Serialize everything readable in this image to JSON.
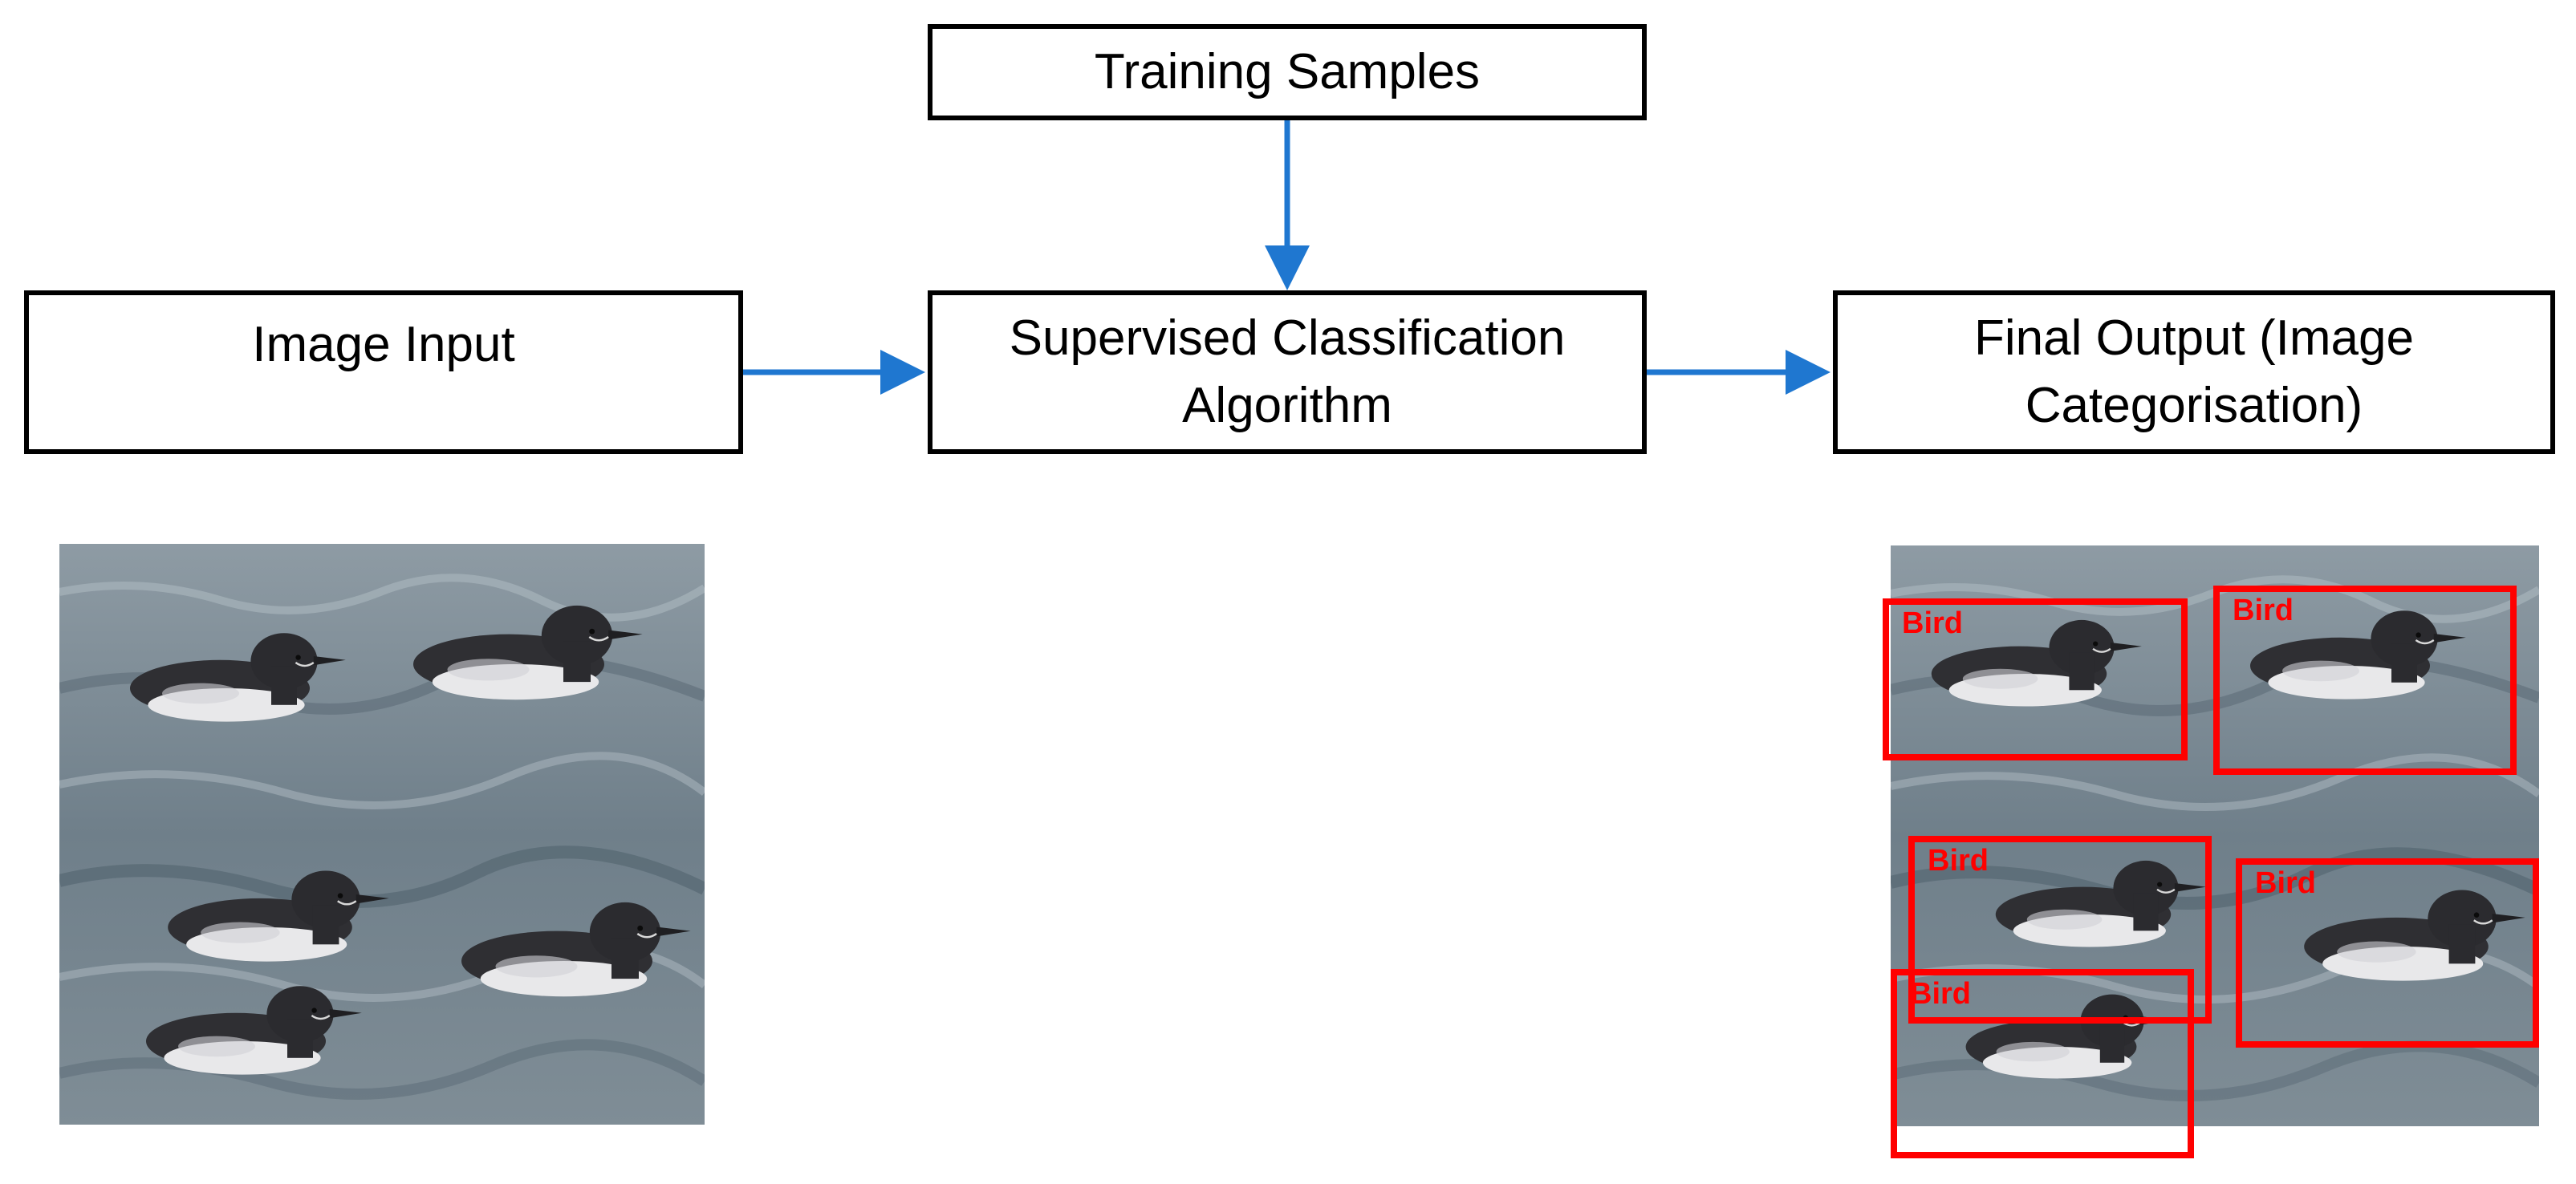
{
  "nodes": {
    "training_samples": "Training Samples",
    "image_input": "Image Input",
    "algorithm": "Supervised Classification\nAlgorithm",
    "final_output": "Final Output (Image\nCategorisation)"
  },
  "detection_label": "Bird",
  "detections": [
    "Bird",
    "Bird",
    "Bird",
    "Bird",
    "Bird"
  ],
  "colors": {
    "arrow": "#1f77d0",
    "box_border": "#000000",
    "detection": "#ff0000"
  }
}
